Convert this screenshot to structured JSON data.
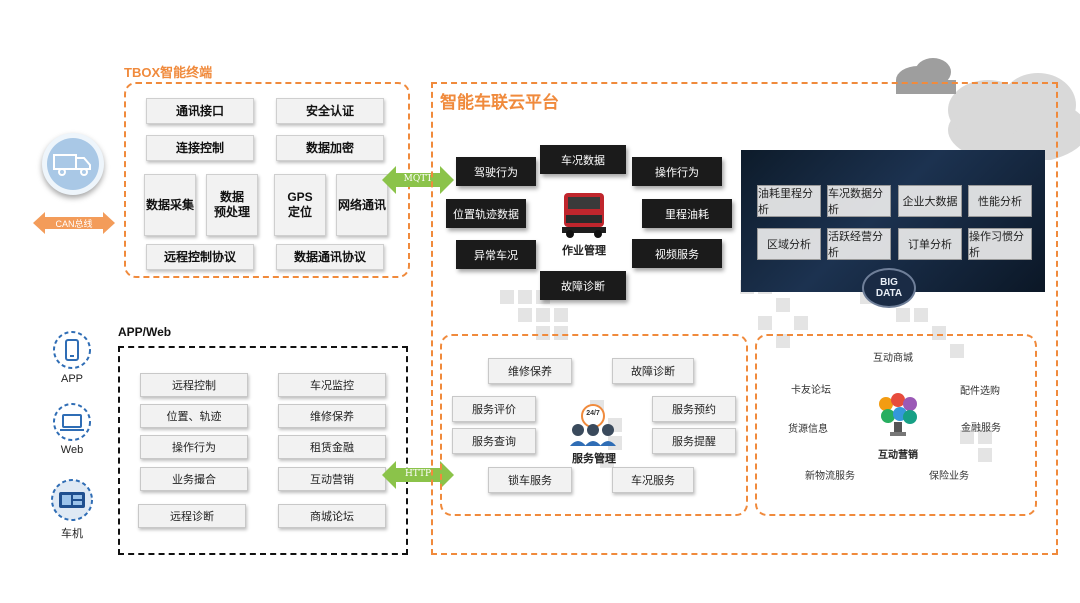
{
  "tbox": {
    "title": "TBOX智能终端",
    "items": [
      "通讯接口",
      "安全认证",
      "连接控制",
      "数据加密",
      "数据采集",
      "数据\n预处理",
      "GPS\n定位",
      "网络通讯",
      "远程控制协议",
      "数据通讯协议"
    ]
  },
  "left_icons": {
    "can_label": "CAN总线",
    "app": "APP",
    "web": "Web",
    "car": "车机"
  },
  "appweb": {
    "title": "APP/Web",
    "left": [
      "远程控制",
      "位置、轨迹",
      "操作行为",
      "业务撮合",
      "远程诊断"
    ],
    "right": [
      "车况监控",
      "维修保养",
      "租赁金融",
      "互动营销",
      "商城论坛"
    ]
  },
  "connectors": {
    "mqtt": "MQTT",
    "http": "HTTP"
  },
  "cloud": {
    "title": "智能车联云平台",
    "ops": [
      "驾驶行为",
      "车况数据",
      "操作行为",
      "位置轨迹数据",
      "里程油耗",
      "异常车况",
      "视频服务",
      "故障诊断"
    ],
    "center_label": "作业管理"
  },
  "bigdata": {
    "items": [
      "油耗里程分析",
      "车况数据分析",
      "企业大数据",
      "性能分析",
      "区域分析",
      "活跃经营分析",
      "订单分析",
      "操作习惯分析"
    ],
    "logo_top": "BIG",
    "logo_bottom": "DATA"
  },
  "service": {
    "items": [
      "维修保养",
      "故障诊断",
      "服务评价",
      "服务预约",
      "服务查询",
      "服务提醒",
      "锁车服务",
      "车况服务"
    ],
    "center": "服务管理",
    "badge": "24/7"
  },
  "marketing": {
    "items": [
      "互动商城",
      "卡友论坛",
      "配件选购",
      "货源信息",
      "金融服务",
      "新物流服务",
      "保险业务"
    ],
    "center": "互动营销"
  },
  "colors": {
    "orange": "#f08a3c",
    "green": "#8bc34a",
    "blue": "#2f6db5"
  }
}
